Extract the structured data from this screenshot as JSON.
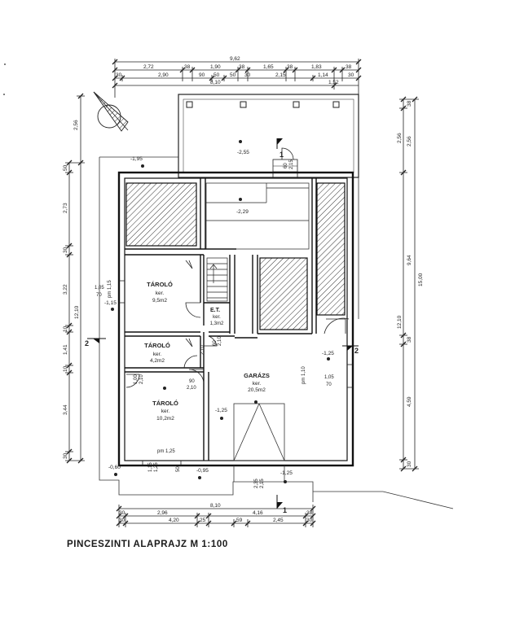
{
  "caption": "PINCESZINTI  ALAPRAJZ  M 1:100",
  "dimensions_top": {
    "overall": "9,62",
    "row1": [
      "2,72",
      "38",
      "1,90",
      "38",
      "1,65",
      "38",
      "1,83",
      "38"
    ],
    "row2": [
      "30",
      "2,90",
      "90",
      "50",
      "50",
      "30",
      "2,15",
      "1,14",
      "30"
    ],
    "sub_total": "8,10",
    "sub_right": "1,52"
  },
  "dimensions_left": [
    "2,56",
    "50",
    "2,73",
    "30",
    "3,22",
    "12,10",
    "10",
    "1,41",
    "10",
    "3,44",
    "30"
  ],
  "dimensions_right": [
    "38",
    "2,56",
    "9,64",
    "15,00",
    "12,10",
    "38",
    "4,59",
    "30"
  ],
  "dimensions_bottom": {
    "row1": [
      "30",
      "2,96",
      "8,10",
      "4,16",
      "38"
    ],
    "row2": [
      "30",
      "4,20",
      "25",
      "59",
      "2,45",
      "30"
    ]
  },
  "rooms": [
    {
      "name": "TÁROLÓ",
      "floor": "ker.",
      "area": "9,5m2"
    },
    {
      "name": "E.T.",
      "floor": "ker.",
      "area": "1,3m2"
    },
    {
      "name": "TÁROLÓ",
      "floor": "ker.",
      "area": "4,2m2"
    },
    {
      "name": "TÁROLÓ",
      "floor": "ker.",
      "area": "10,2m2"
    },
    {
      "name": "GARÁZS",
      "floor": "ker.",
      "area": "20,5m2"
    }
  ],
  "levels": {
    "terrace": "-2,55",
    "upper_room": "-2,29",
    "nw_outside": "-1,95",
    "west_outside": "-1,15",
    "garage_east": "-1,25",
    "driveway": "-1,25",
    "sw_outside": "-0,60",
    "south_outside": "-0,95",
    "south_right": "-1,25"
  },
  "openings": {
    "west_window": "1,05",
    "west_window_h": "70",
    "west_window_sill": "pm 1,15",
    "east_window": "1,05",
    "east_window_h": "70",
    "east_window_sill": "pm 1,10",
    "south_window": "pm 1,25",
    "door_small1": "60",
    "door_small1_h": "2,15",
    "door_int1": "90",
    "door_int1_h": "2,10",
    "door_int2": "1,00",
    "door_int2_h": "2,10",
    "door_et": "60",
    "door_et_h": "2,10",
    "door_stor": "2,10",
    "garage_door": "2,35",
    "garage_door_h": "2,15",
    "south_sill": "1,15",
    "south_sill_h": "1,25",
    "terrace_door": "60",
    "terrace_door_h": "2,15",
    "south_small": "50"
  },
  "section_marks": [
    "1",
    "1",
    "2",
    "2"
  ]
}
